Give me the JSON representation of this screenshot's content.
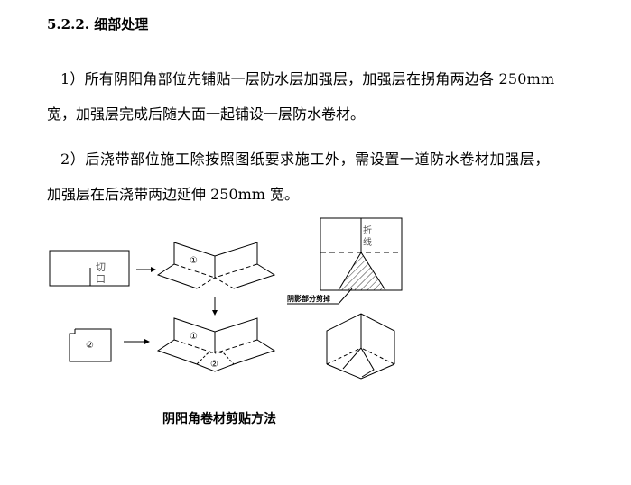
{
  "heading": "5.2.2. 细部处理",
  "paragraphs": [
    {
      "lines": [
        "1）所有阴阳角部位先铺贴一层防水层加强层，加强层在拐角两边各 250mm",
        "宽，加强层完成后随大面一起铺设一层防水卷材。"
      ]
    },
    {
      "lines": [
        "2）后浇带部位施工除按照图纸要求施工外，需设置一道防水卷材加强层，",
        "加强层在后浇带两边延伸 250mm 宽。"
      ]
    }
  ],
  "figure": {
    "cut_label": [
      "切",
      "口"
    ],
    "fold_label": [
      "折",
      "线"
    ],
    "shaded_label": "阴影部分剪掉",
    "piece_1": "①",
    "piece_2": "②",
    "caption": "阴阳角卷材剪贴方法"
  }
}
